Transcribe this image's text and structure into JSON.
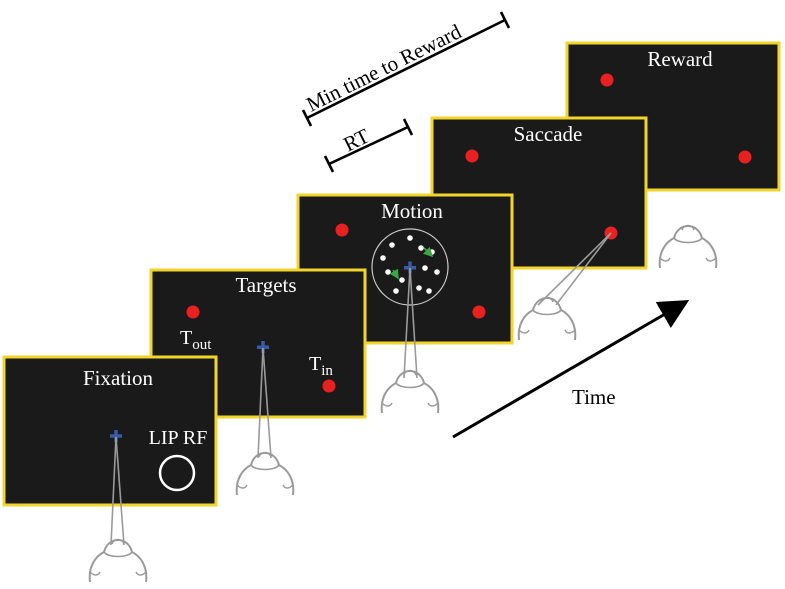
{
  "panels": {
    "fixation": {
      "title": "Fixation",
      "rf_label": "LIP RF"
    },
    "targets": {
      "title": "Targets",
      "tout_main": "T",
      "tout_sub": "out",
      "tin_main": "T",
      "tin_sub": "in"
    },
    "motion": {
      "title": "Motion"
    },
    "saccade": {
      "title": "Saccade"
    },
    "reward": {
      "title": "Reward"
    }
  },
  "timing": {
    "min_time_label": "Min time to Reward",
    "rt_label": "RT"
  },
  "time_axis": {
    "label": "Time"
  },
  "colors": {
    "screen": "#1a1a1a",
    "frame": "#f2d42a",
    "target": "#e8201f",
    "fixation_cross": "#3a5ba8",
    "gaze_line": "#9a9a9a",
    "motion_dot": "#ffffff",
    "motion_arrow": "#3aa845"
  }
}
